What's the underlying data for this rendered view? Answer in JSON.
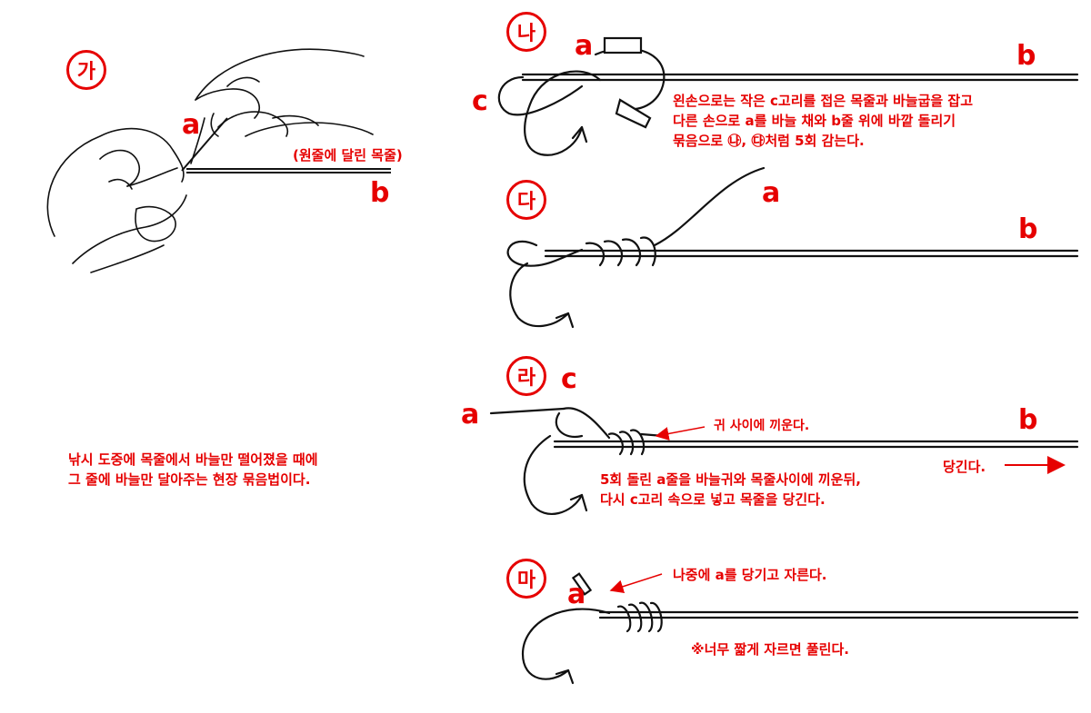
{
  "panels": {
    "ga": {
      "badge": "가",
      "label_a": "a",
      "label_b": "b",
      "caption": "(원줄에 달린 목줄)"
    },
    "na": {
      "badge": "나",
      "label_a": "a",
      "label_b": "b",
      "label_c": "c",
      "instruction_lines": [
        "왼손으로는 작은 c고리를 접은 목줄과 바늘굽을 잡고",
        "다른 손으로 a를 바늘 채와 b줄 위에 바깥 돌리기",
        "묶음으로 ㉯, ㉰처럼 5회 감는다."
      ]
    },
    "da": {
      "badge": "다",
      "label_a": "a",
      "label_b": "b"
    },
    "ra": {
      "badge": "라",
      "label_a": "a",
      "label_b": "b",
      "label_c": "c",
      "eye_note": "귀 사이에 끼운다.",
      "pull_note": "당긴다.",
      "instruction_lines": [
        "5회 돌린 a줄을 바늘귀와 목줄사이에 끼운뒤,",
        "다시 c고리 속으로 넣고 목줄을 당긴다."
      ]
    },
    "ma": {
      "badge": "마",
      "label_a": "a",
      "cut_note": "나중에 a를 당기고 자른다.",
      "warning": "※너무 짧게 자르면 풀린다."
    }
  },
  "intro_lines": [
    "낚시 도중에 목줄에서 바늘만 떨어졌을 때에",
    "그 줄에 바늘만 달아주는 현장 묶음법이다."
  ],
  "colors": {
    "accent": "#e60000",
    "line": "#111111"
  }
}
